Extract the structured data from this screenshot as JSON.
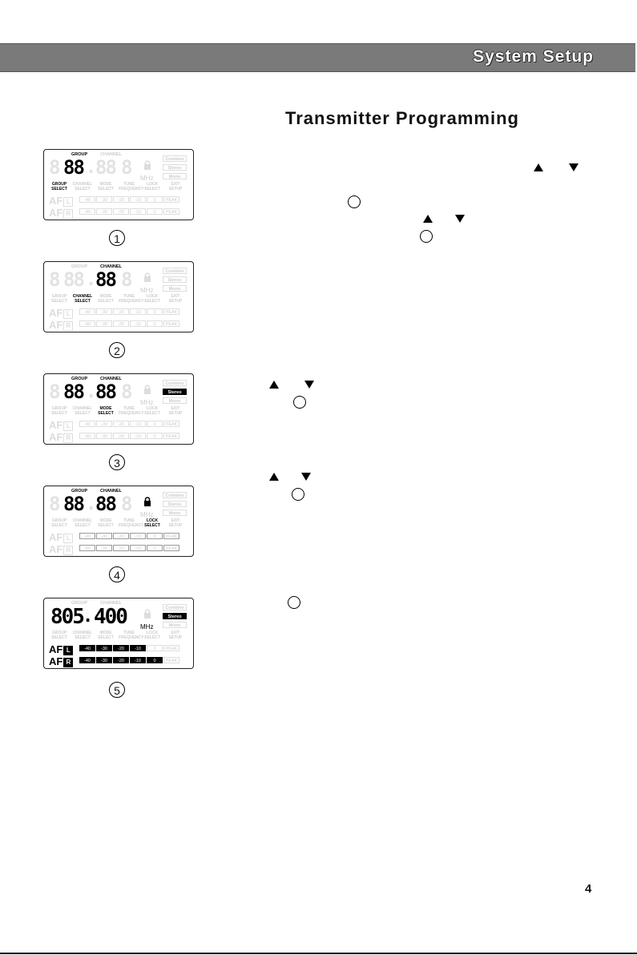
{
  "header": {
    "section_title": "System Setup"
  },
  "heading": "Transmitter Programming",
  "page_number": "4",
  "lcd": {
    "group_label": "GROUP",
    "channel_label": "CHANNEL",
    "digits_two": "88",
    "digits_three": "888",
    "freq_digits": "805",
    "freq_decimal": ".",
    "freq_fraction": "400",
    "mhz": "MHz",
    "badges": [
      "Combine",
      "Stereo",
      "Mono"
    ],
    "mode_labels": [
      "GROUP SELECT",
      "CHANNEL SELECT",
      "MODE SELECT",
      "TUNE FREQUENCY",
      "LOCK SELECT",
      "EXIT SETUP"
    ],
    "af_left": "AF",
    "af_left_box": "L",
    "af_right": "AF",
    "af_right_box": "R",
    "meter": [
      "-40",
      "-30",
      "-20",
      "-10",
      "0",
      "PEAK"
    ]
  },
  "figures": [
    {
      "caption": "1",
      "active_mode": "GROUP SELECT"
    },
    {
      "caption": "2",
      "active_mode": "CHANNEL SELECT"
    },
    {
      "caption": "3",
      "active_mode": "MODE SELECT",
      "active_badge": "Stereo"
    },
    {
      "caption": "4",
      "active_mode": "LOCK SELECT",
      "locked": true
    },
    {
      "caption": "5",
      "frequency": "805.400",
      "active_badge": "Stereo",
      "meter_left_level": 4,
      "meter_right_level": 5
    }
  ]
}
